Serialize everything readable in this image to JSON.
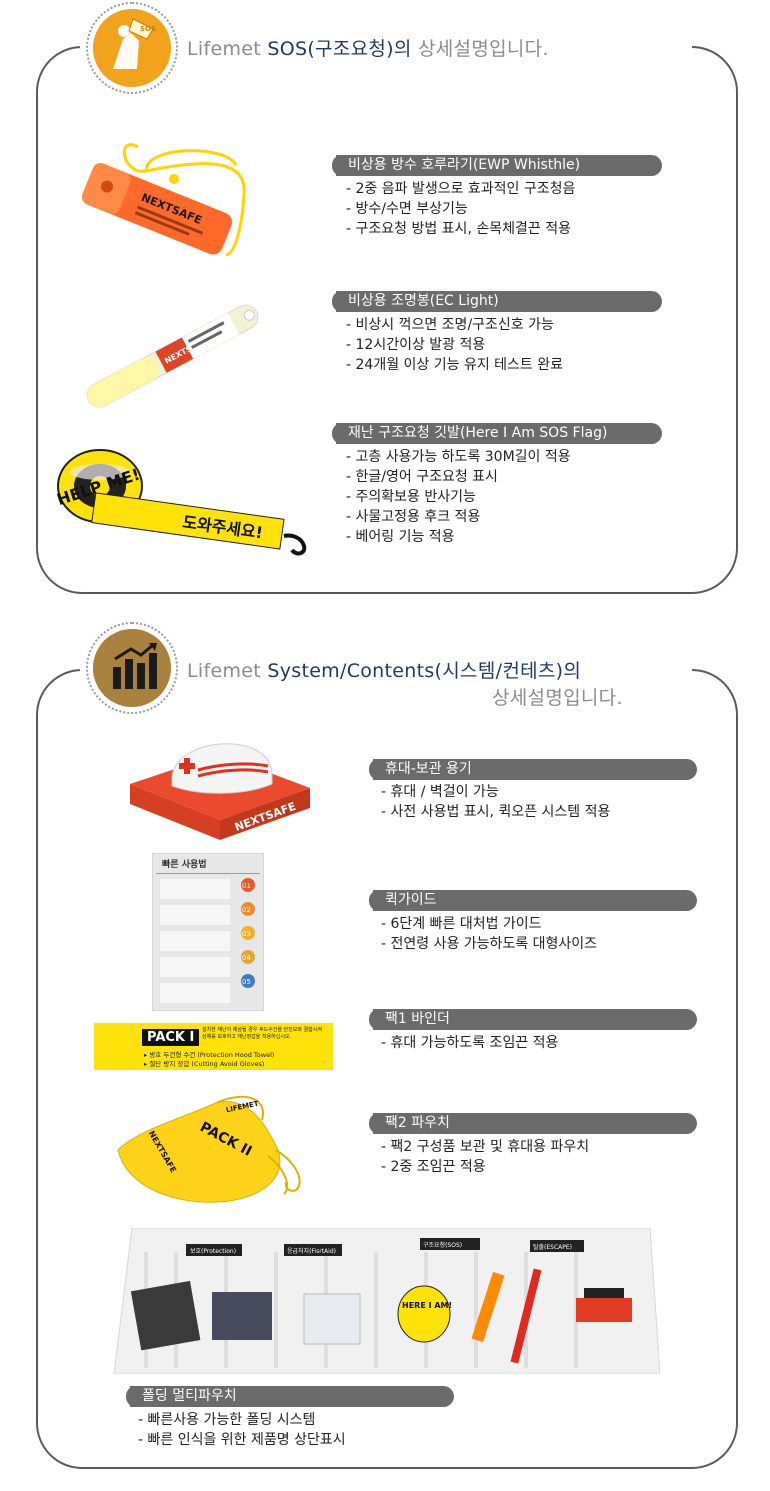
{
  "section1": {
    "title_gray1": "Lifemet ",
    "title_blue": "SOS(구조요청)의",
    "title_gray2": " 상세설명입니다.",
    "badge_text": "SOS",
    "products": [
      {
        "name": "비상용 방수 호루라기(EWP Whisthle)",
        "bullets": [
          "- 2중 음파 발생으로 효과적인 구조청음",
          "- 방수/수면 부상기능",
          "- 구조요청 방법 표시, 손목체결끈 적용"
        ]
      },
      {
        "name": "비상용 조명봉(EC Light)",
        "bullets": [
          "- 비상시 꺽으면  조명/구조신호 가능",
          "- 12시간이상 발광 적용",
          "- 24개월 이상 기능 유지 테스트 완료"
        ]
      },
      {
        "name": "재난 구조요청 깃발(Here I Am SOS Flag)",
        "bullets": [
          "- 고층 사용가능 하도록 30M길이 적용",
          "- 한글/영어 구조요청 표시",
          "- 주의확보용 반사기능",
          "- 사물고정용 후크 적용",
          "- 베어링 기능 적용"
        ]
      }
    ]
  },
  "section2": {
    "title_gray1": "Lifemet ",
    "title_blue": "System/Contents(시스템/컨테츠)의",
    "title_line2": "상세설명입니다.",
    "products": [
      {
        "name": "휴대-보관 용기",
        "bullets": [
          "- 휴대 / 벽걸이 가능",
          "- 사전 사용법 표시, 퀵오픈 시스템 적용"
        ]
      },
      {
        "name": "퀵가이드",
        "bullets": [
          "- 6단계 빠른 대처법 가이드",
          "- 전연령 사용 가능하도록 대형사이즈"
        ]
      },
      {
        "name": "팩1 바인더",
        "bullets": [
          "- 휴대 가능하도록 조임끈 적용"
        ]
      },
      {
        "name": "팩2 파우치",
        "bullets": [
          "- 팩2 구성품 보관 및 휴대용 파우치",
          "- 2중 조임끈 적용"
        ]
      },
      {
        "name": "폴딩 멀티파우치",
        "bullets": [
          "- 빠른사용 가능한 폴딩 시스템",
          "- 빠른 인식을 위한 제품명 상단표시"
        ]
      }
    ]
  },
  "images": {
    "whistle_brand": "NEXTSAFE",
    "lightstick_brand": "NEXTSAFE",
    "flag_text": "도와주세요!",
    "flag_text_en": "HELP ME!",
    "box_brand": "NEXTSAFE",
    "guide_title": "빠른 사용법",
    "guide_steps": [
      "01",
      "02",
      "03",
      "04",
      "05"
    ],
    "pack1_title": "PACK I",
    "pack1_desc": "설치한 재난이 예상될 경우 후드수건을 안전모와 결합시켜 상체를 보호하고 재난장갑을 착용하십시오.",
    "pack1_items": [
      "▸ 방호 두건형 수건 (Protection Hood Towel)",
      "▸ 절단 방지 장갑 (Cutting Avoid Gloves)"
    ],
    "pack2_title": "PACK II",
    "pack2_brand": "NEXTSAFE",
    "pack2_logo": "LIFEMET",
    "pouch_labels": [
      "보호(Protection)",
      "응급처치(FisrtAid)",
      "구조요청(SOS)",
      "탈출(ESCAPE)"
    ],
    "pouch_flag": "HERE I AM!"
  },
  "colors": {
    "frame": "#5a5a5a",
    "pill": "#6b6b6b",
    "title_gray": "#8c8c8c",
    "title_blue": "#1f3a63",
    "badge_orange": "#f3a21c",
    "badge_brown": "#a8823c",
    "product_orange": "#ff6a2b",
    "product_yellow": "#ffe20a"
  }
}
